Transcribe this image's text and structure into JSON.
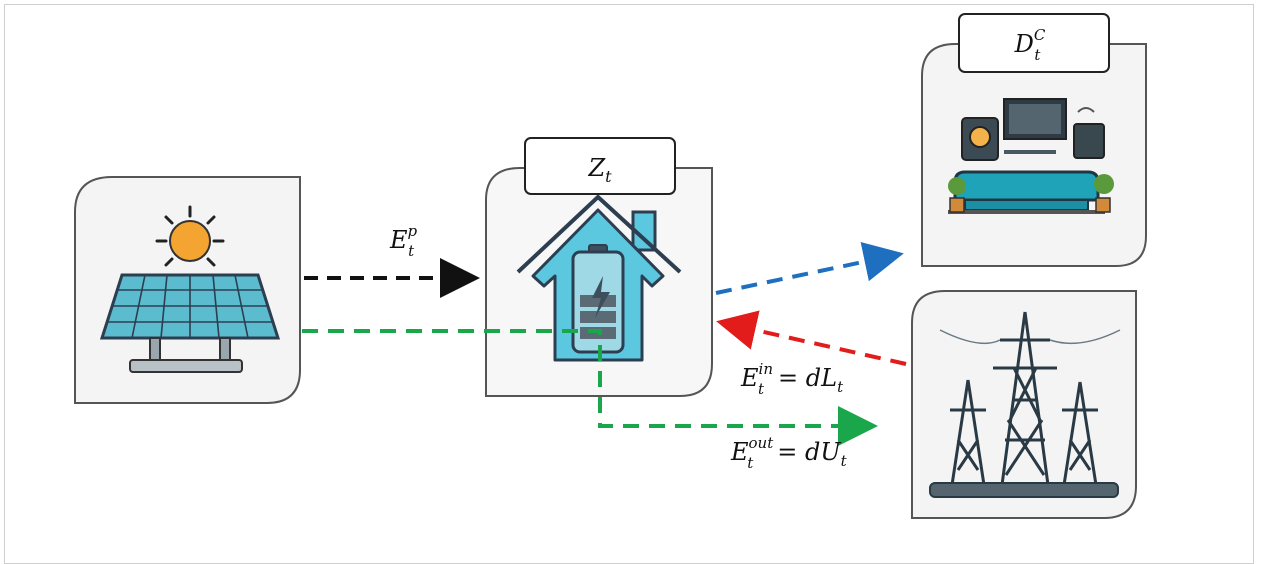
{
  "labels": {
    "panel_power": "E",
    "panel_power_sup": "p",
    "panel_power_sub": "t",
    "state": "Z",
    "state_sub": "t",
    "demand": "D",
    "demand_sup": "C",
    "demand_sub": "t",
    "grid_in_lhs": "E",
    "grid_in_sup": "in",
    "grid_in_sub": "t",
    "grid_in_rhs_prefix": "= dL",
    "grid_in_rhs_sub": "t",
    "grid_out_lhs": "E",
    "grid_out_sup": "out",
    "grid_out_sub": "t",
    "grid_out_rhs_prefix": "= dU",
    "grid_out_rhs_sub": "t"
  },
  "colors": {
    "produced_flow": "#111111",
    "solar_flow": "#1aa64a",
    "demand_flow": "#1f6fc0",
    "grid_import_flow": "#e21b1b",
    "house_fill": "#5cc8e0",
    "sun": "#f4a531"
  },
  "icons": [
    "solar-panel-icon",
    "sun-icon",
    "house-battery-icon",
    "living-room-appliances-icon",
    "power-tower-icon"
  ]
}
